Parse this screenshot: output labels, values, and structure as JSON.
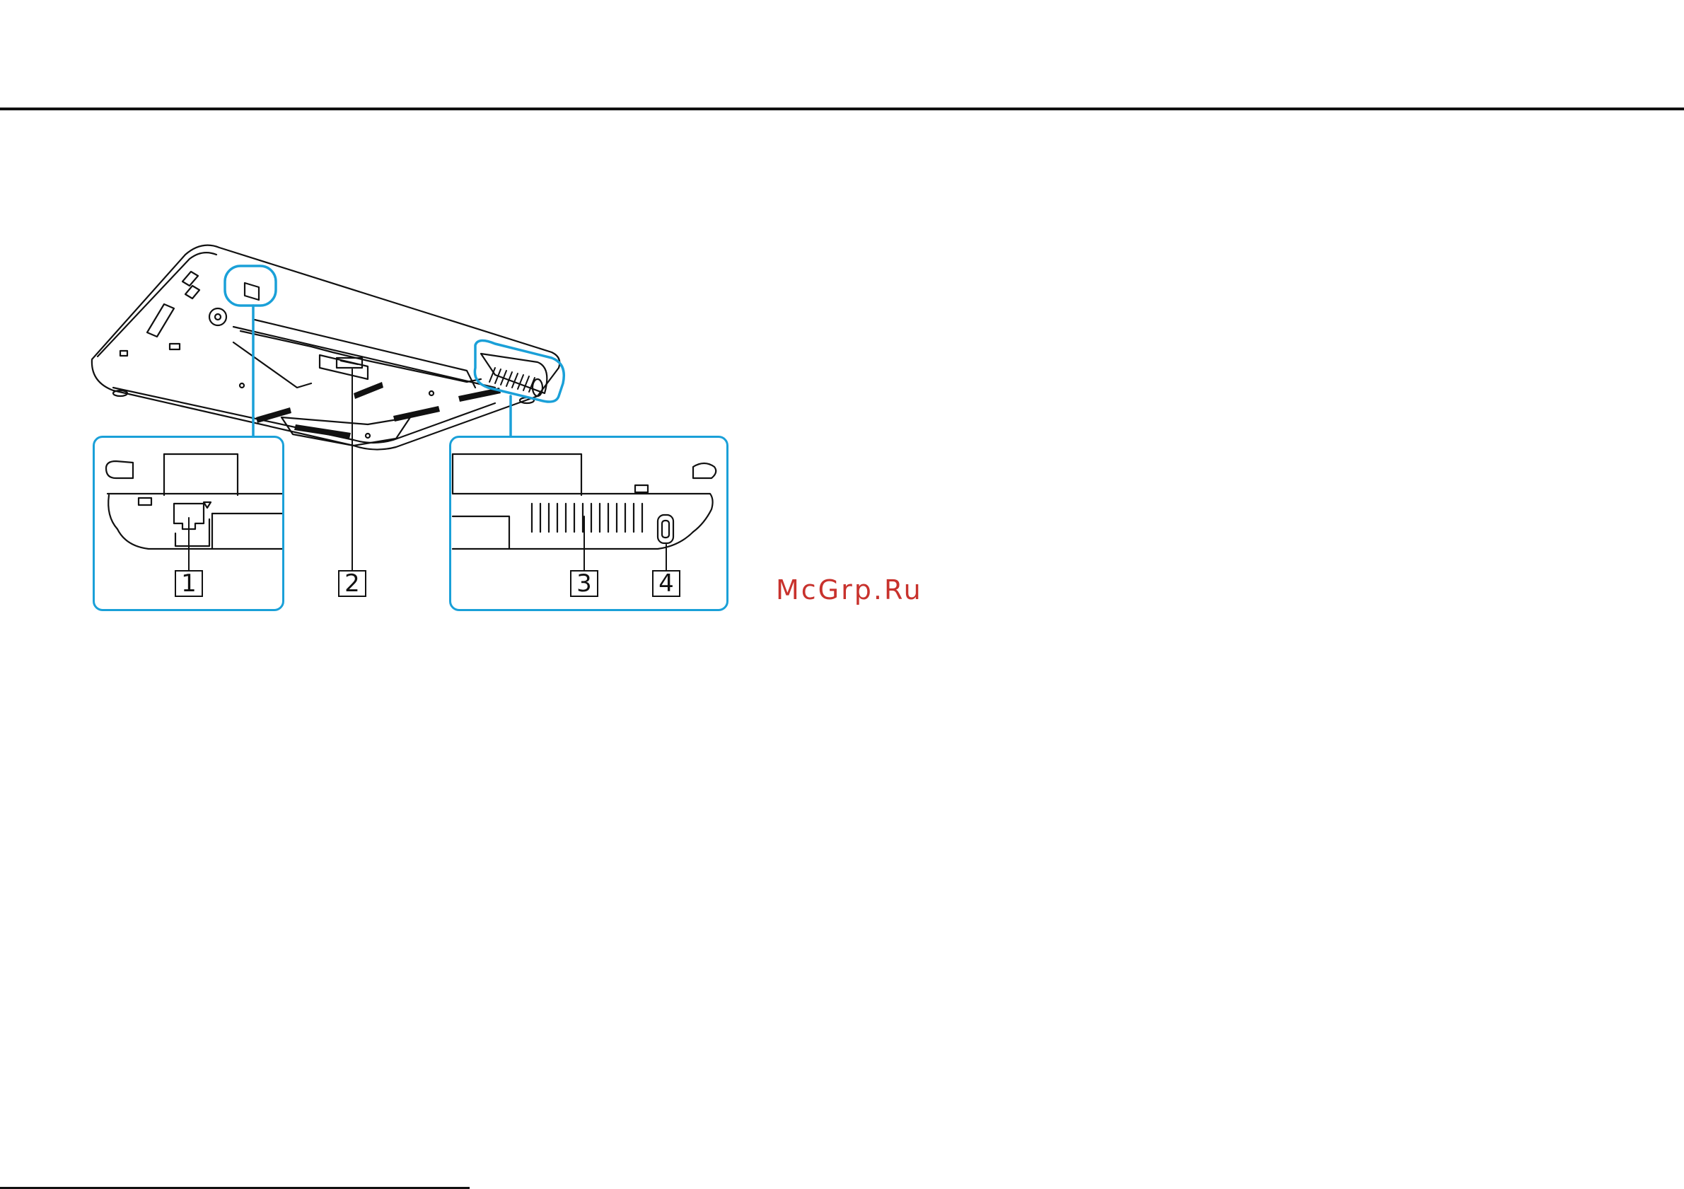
{
  "figure": {
    "callouts": [
      {
        "label": "1",
        "meaning": "network-lan-port"
      },
      {
        "label": "2",
        "meaning": "battery-connector"
      },
      {
        "label": "3",
        "meaning": "air-vent"
      },
      {
        "label": "4",
        "meaning": "security-slot"
      }
    ]
  },
  "watermark": "McGrp.Ru",
  "colors": {
    "rule": "#111111",
    "callout_highlight": "#1aa0d8",
    "watermark": "#c8322d",
    "line_art": "#111111"
  }
}
